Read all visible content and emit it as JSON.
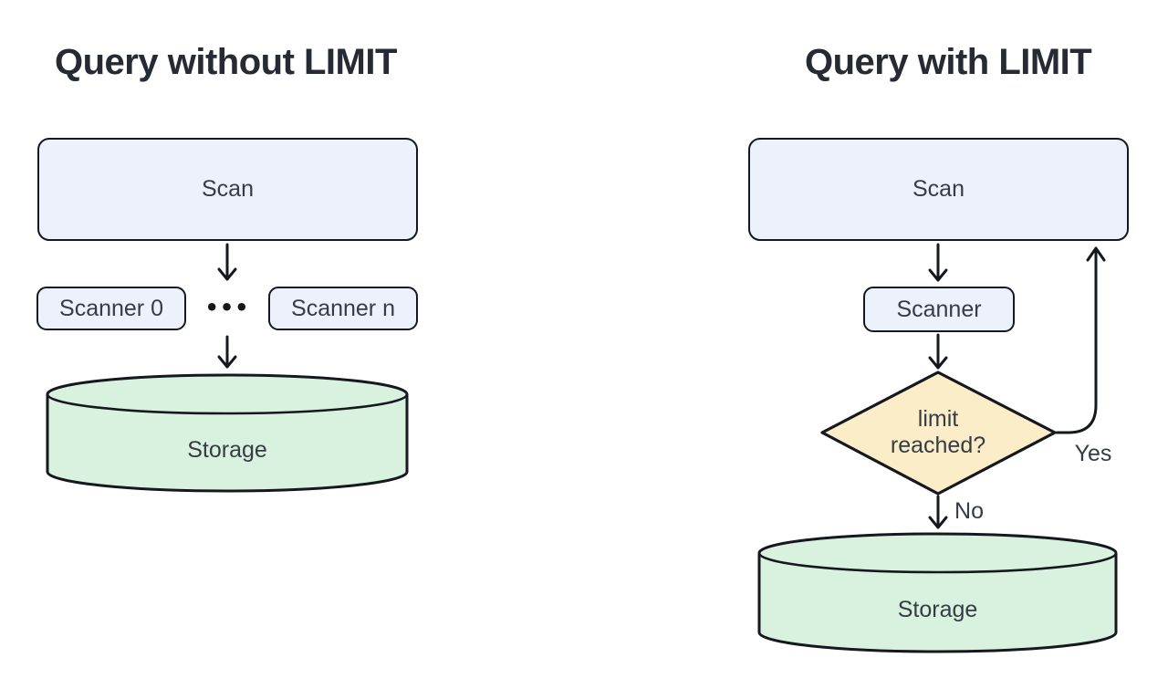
{
  "colors": {
    "background": "#ffffff",
    "node_fill": "#edf1fb",
    "node_border": "#15181e",
    "storage_fill": "#d9f2df",
    "decision_fill": "#fbedc7",
    "title_text": "#252a33",
    "label_text": "#363c45"
  },
  "left_panel": {
    "title": "Query without LIMIT",
    "scan_label": "Scan",
    "scanner_first_label": "Scanner 0",
    "ellipsis_icon": "•••",
    "scanner_last_label": "Scanner n",
    "storage_label": "Storage"
  },
  "right_panel": {
    "title": "Query with LIMIT",
    "scan_label": "Scan",
    "scanner_label": "Scanner",
    "decision": {
      "line1": "limit",
      "line2": "reached?"
    },
    "yes_label": "Yes",
    "no_label": "No",
    "storage_label": "Storage"
  }
}
